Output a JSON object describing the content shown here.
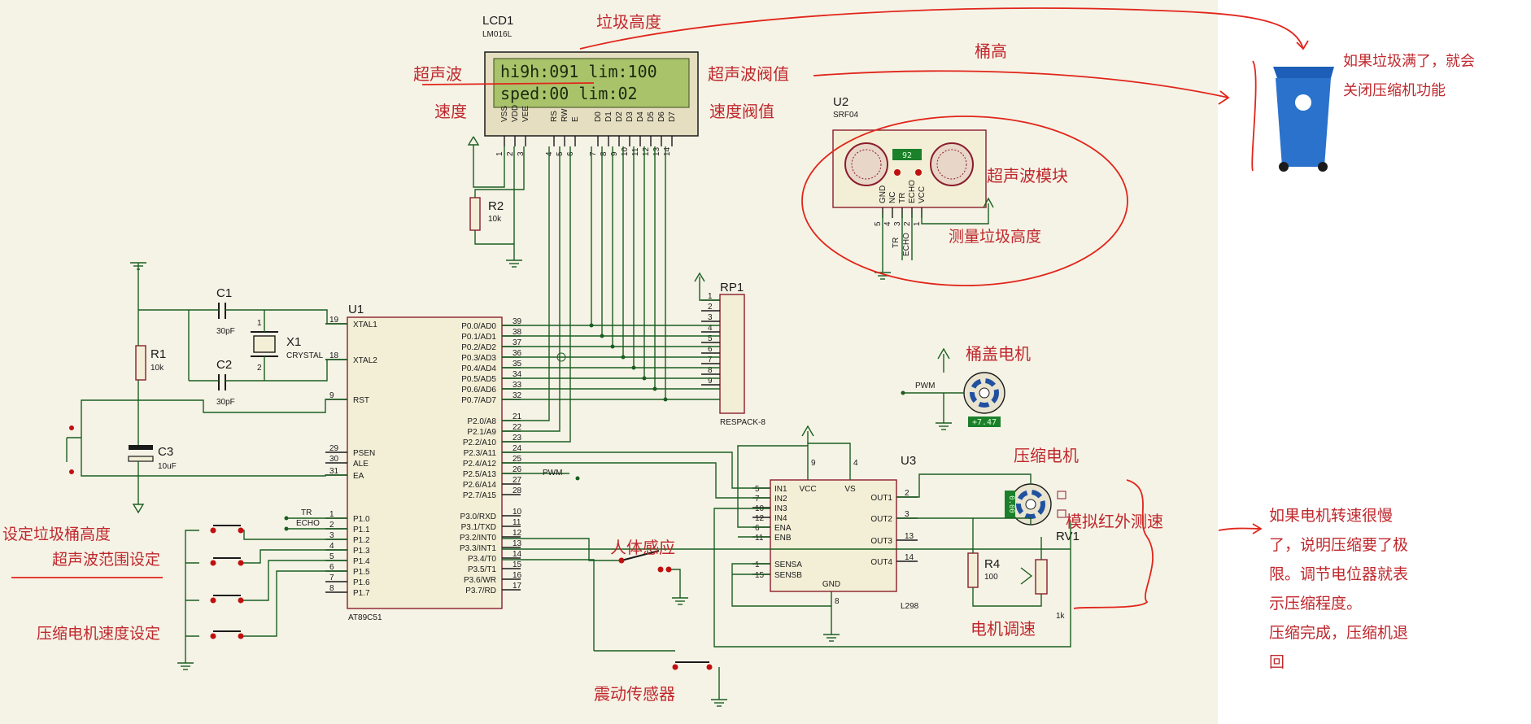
{
  "colors": {
    "canvas": "#f5f3e6",
    "wire": "#1b5e20",
    "component": "#8a1d2c",
    "annotation": "#c0282d",
    "lcd_screen": "#a9c36a",
    "lcd_text": "#1b2a10",
    "bin": "#1d5fb8"
  },
  "lcd": {
    "ref": "LCD1",
    "model": "LM016L",
    "line1": "hi9h:091 lim:100",
    "line2": "sped:00  lim:02",
    "pin_names": [
      "VSS",
      "VDD",
      "VEE",
      "RS",
      "RW",
      "E",
      "D0",
      "D1",
      "D2",
      "D3",
      "D4",
      "D5",
      "D6",
      "D7"
    ],
    "pin_numbers": [
      "1",
      "2",
      "3",
      "4",
      "5",
      "6",
      "7",
      "8",
      "9",
      "10",
      "11",
      "12",
      "13",
      "14"
    ]
  },
  "mcu": {
    "ref": "U1",
    "model": "AT89C51",
    "left_pins": [
      {
        "name": "XTAL1",
        "num": "19"
      },
      {
        "name": "XTAL2",
        "num": "18"
      },
      {
        "name": "RST",
        "num": "9"
      },
      {
        "name": "PSEN",
        "num": "29"
      },
      {
        "name": "ALE",
        "num": "30"
      },
      {
        "name": "EA",
        "num": "31"
      },
      {
        "name": "P1.0",
        "num": "1"
      },
      {
        "name": "P1.1",
        "num": "2"
      },
      {
        "name": "P1.2",
        "num": "3"
      },
      {
        "name": "P1.3",
        "num": "4"
      },
      {
        "name": "P1.4",
        "num": "5"
      },
      {
        "name": "P1.5",
        "num": "6"
      },
      {
        "name": "P1.6",
        "num": "7"
      },
      {
        "name": "P1.7",
        "num": "8"
      }
    ],
    "right_pins": [
      {
        "name": "P0.0/AD0",
        "num": "39"
      },
      {
        "name": "P0.1/AD1",
        "num": "38"
      },
      {
        "name": "P0.2/AD2",
        "num": "37"
      },
      {
        "name": "P0.3/AD3",
        "num": "36"
      },
      {
        "name": "P0.4/AD4",
        "num": "35"
      },
      {
        "name": "P0.5/AD5",
        "num": "34"
      },
      {
        "name": "P0.6/AD6",
        "num": "33"
      },
      {
        "name": "P0.7/AD7",
        "num": "32"
      },
      {
        "name": "P2.0/A8",
        "num": "21"
      },
      {
        "name": "P2.1/A9",
        "num": "22"
      },
      {
        "name": "P2.2/A10",
        "num": "23"
      },
      {
        "name": "P2.3/A11",
        "num": "24"
      },
      {
        "name": "P2.4/A12",
        "num": "25"
      },
      {
        "name": "P2.5/A13",
        "num": "26"
      },
      {
        "name": "P2.6/A14",
        "num": "27"
      },
      {
        "name": "P2.7/A15",
        "num": "28"
      },
      {
        "name": "P3.0/RXD",
        "num": "10"
      },
      {
        "name": "P3.1/TXD",
        "num": "11"
      },
      {
        "name": "P3.2/INT0",
        "num": "12"
      },
      {
        "name": "P3.3/INT1",
        "num": "13"
      },
      {
        "name": "P3.4/T0",
        "num": "14"
      },
      {
        "name": "P3.5/T1",
        "num": "15"
      },
      {
        "name": "P3.6/WR",
        "num": "16"
      },
      {
        "name": "P3.7/RD",
        "num": "17"
      }
    ]
  },
  "driver": {
    "ref": "U3",
    "model": "L298",
    "left_pins": [
      {
        "name": "IN1",
        "num": "5"
      },
      {
        "name": "IN2",
        "num": "7"
      },
      {
        "name": "IN3",
        "num": "10"
      },
      {
        "name": "IN4",
        "num": "12"
      },
      {
        "name": "ENA",
        "num": "6"
      },
      {
        "name": "ENB",
        "num": "11"
      },
      {
        "name": "SENSA",
        "num": "1"
      },
      {
        "name": "SENSB",
        "num": "15"
      }
    ],
    "top_pins": [
      {
        "name": "VCC",
        "num": "9"
      },
      {
        "name": "VS",
        "num": "4"
      }
    ],
    "bottom_pin": {
      "name": "GND",
      "num": "8"
    },
    "right_pins": [
      {
        "name": "OUT1",
        "num": "2"
      },
      {
        "name": "OUT2",
        "num": "3"
      },
      {
        "name": "OUT3",
        "num": "13"
      },
      {
        "name": "OUT4",
        "num": "14"
      }
    ]
  },
  "sensor": {
    "ref": "U2",
    "model": "SRF04",
    "readout": "92",
    "pin_names": [
      "GND",
      "NC",
      "TR",
      "ECHO",
      "VCC"
    ],
    "pin_numbers": [
      "5",
      "4",
      "3",
      "2",
      "1"
    ]
  },
  "resistor_pack": {
    "ref": "RP1",
    "model": "RESPACK-8",
    "pins": [
      "1",
      "2",
      "3",
      "4",
      "5",
      "6",
      "7",
      "8",
      "9"
    ]
  },
  "components": {
    "c1": {
      "ref": "C1",
      "value": "30pF"
    },
    "c2": {
      "ref": "C2",
      "value": "30pF"
    },
    "c3": {
      "ref": "C3",
      "value": "10uF"
    },
    "x1": {
      "ref": "X1",
      "value": "CRYSTAL"
    },
    "r1": {
      "ref": "R1",
      "value": "10k"
    },
    "r2": {
      "ref": "R2",
      "value": "10k"
    },
    "r4": {
      "ref": "R4",
      "value": "100"
    },
    "rv1": {
      "ref": "RV1",
      "value": "1k"
    },
    "motor1_readout": "+7.47",
    "motor2_readout": "0.00"
  },
  "net_labels": {
    "tr": "TR",
    "echo": "ECHO",
    "pwm1": "PWM",
    "pwm2": "PWM",
    "tr2": "TR",
    "echo2": "ECHO"
  },
  "annotations": {
    "garbage_height": "垃圾高度",
    "ultrasonic": "超声波",
    "speed": "速度",
    "ultrasonic_threshold": "超声波阀值",
    "speed_threshold": "速度阀值",
    "bin_height": "桶高",
    "full_note_line1": "如果垃圾满了，就会",
    "full_note_line2": "关闭压缩机功能",
    "ultrasonic_module": "超声波模块",
    "measure_height": "测量垃圾高度",
    "lid_motor": "桶盖电机",
    "compress_motor": "压缩电机",
    "ir_speed": "模拟红外测速",
    "motor_speed_adj": "电机调速",
    "set_bin_height": "设定垃圾桶高度",
    "ultrasonic_range": "超声波范围设定",
    "compress_speed_set": "压缩电机速度设定",
    "human_sensor": "人体感应",
    "vibration_sensor": "震动传感器",
    "note_lines": [
      "如果电机转速很慢",
      "了，说明压缩要了极",
      "限。调节电位器就表",
      "示压缩程度。",
      "压缩完成，压缩机退",
      "回"
    ]
  }
}
